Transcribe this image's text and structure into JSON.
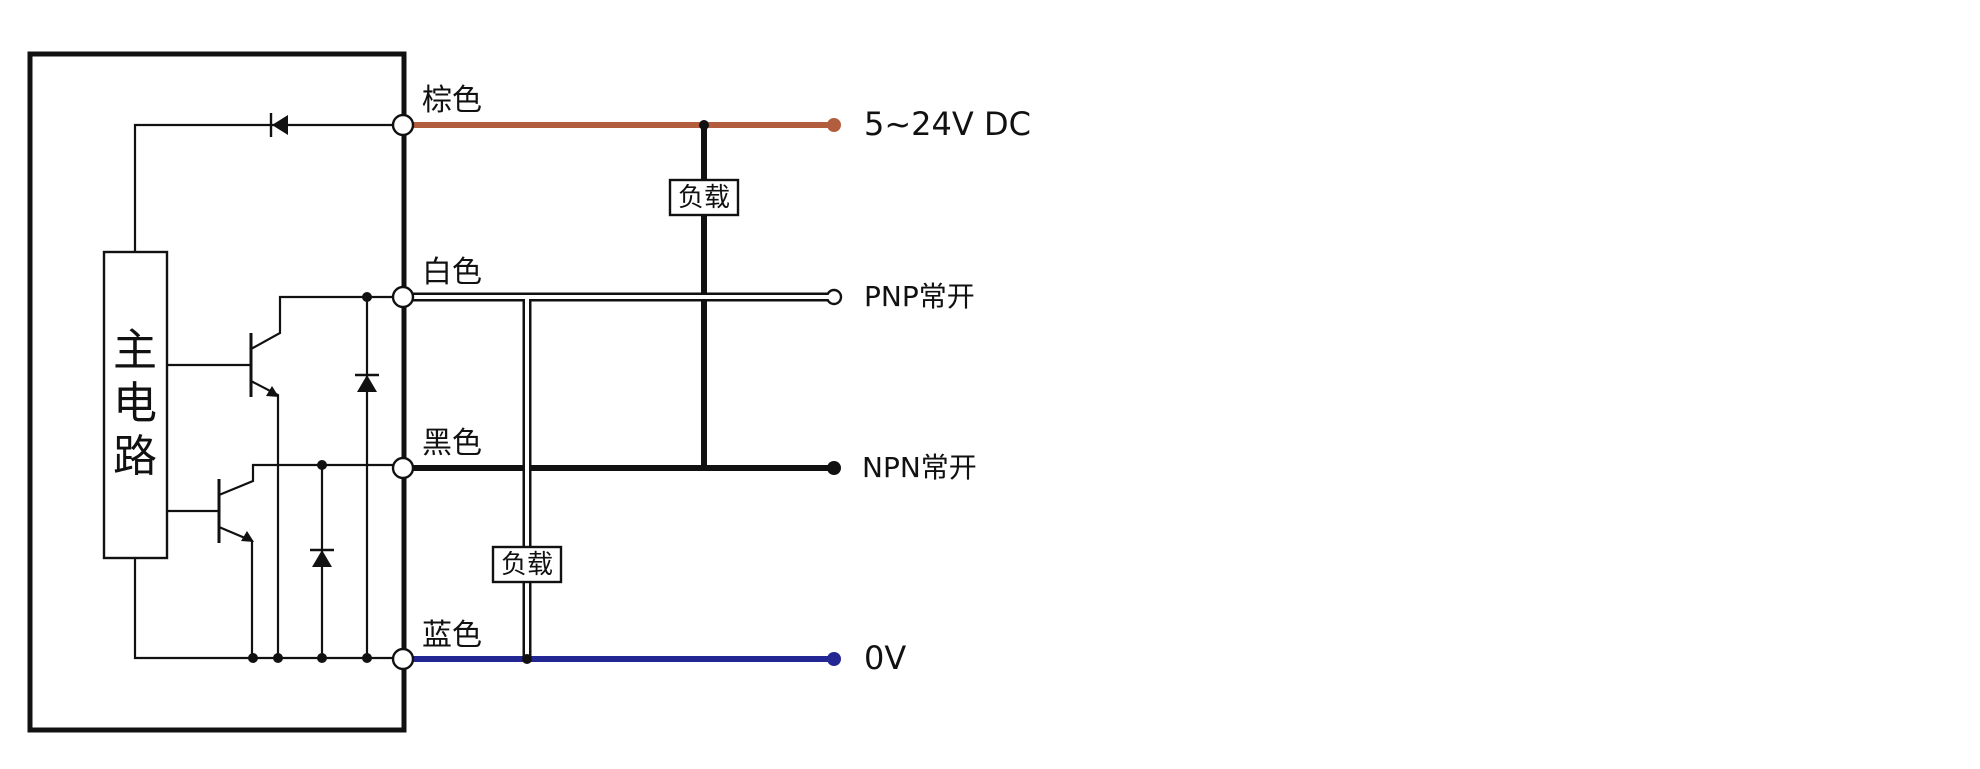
{
  "diagram": {
    "main_circuit_label": "主电路",
    "wires": {
      "brown": {
        "name": "棕色",
        "terminal": "5~24V DC",
        "color": "#b35d3f"
      },
      "white": {
        "name": "白色",
        "terminal": "PNP常开",
        "color": "#ffffff"
      },
      "black": {
        "name": "黑色",
        "terminal": "NPN常开",
        "color": "#111111"
      },
      "blue": {
        "name": "蓝色",
        "terminal": "0V",
        "color": "#232793"
      }
    },
    "loads": {
      "upper": "负载",
      "lower": "负载"
    },
    "icons": [
      "diode-icon",
      "npn-transistor-icon",
      "pnp-transistor-icon",
      "terminal-circle-icon"
    ]
  }
}
